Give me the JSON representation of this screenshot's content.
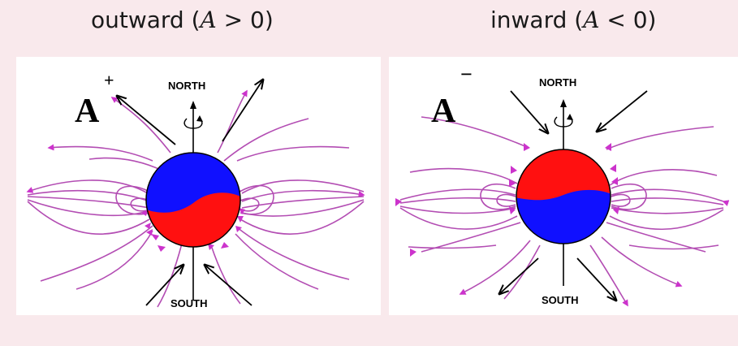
{
  "left_panel": {
    "title_prefix": "outward (",
    "title_var": "A",
    "title_op": " > ",
    "title_num": "0",
    "title_suffix": ")",
    "polarity_letter": "A",
    "polarity_sign": "+",
    "north_label": "NORTH",
    "south_label": "SOUTH",
    "top_hemisphere_color": "#1010ff",
    "bottom_hemisphere_color": "#ff1010"
  },
  "right_panel": {
    "title_prefix": "inward (",
    "title_var": "A",
    "title_op": " < ",
    "title_num": "0",
    "title_suffix": ")",
    "polarity_letter": "A",
    "polarity_sign": "−",
    "north_label": "NORTH",
    "south_label": "SOUTH",
    "top_hemisphere_color": "#ff1010",
    "bottom_hemisphere_color": "#1010ff"
  },
  "colors": {
    "field_line": "#b34db3",
    "arrow_head": "#cc33cc",
    "axis": "#000000",
    "background": "#f9e9ec",
    "panel": "#ffffff"
  }
}
